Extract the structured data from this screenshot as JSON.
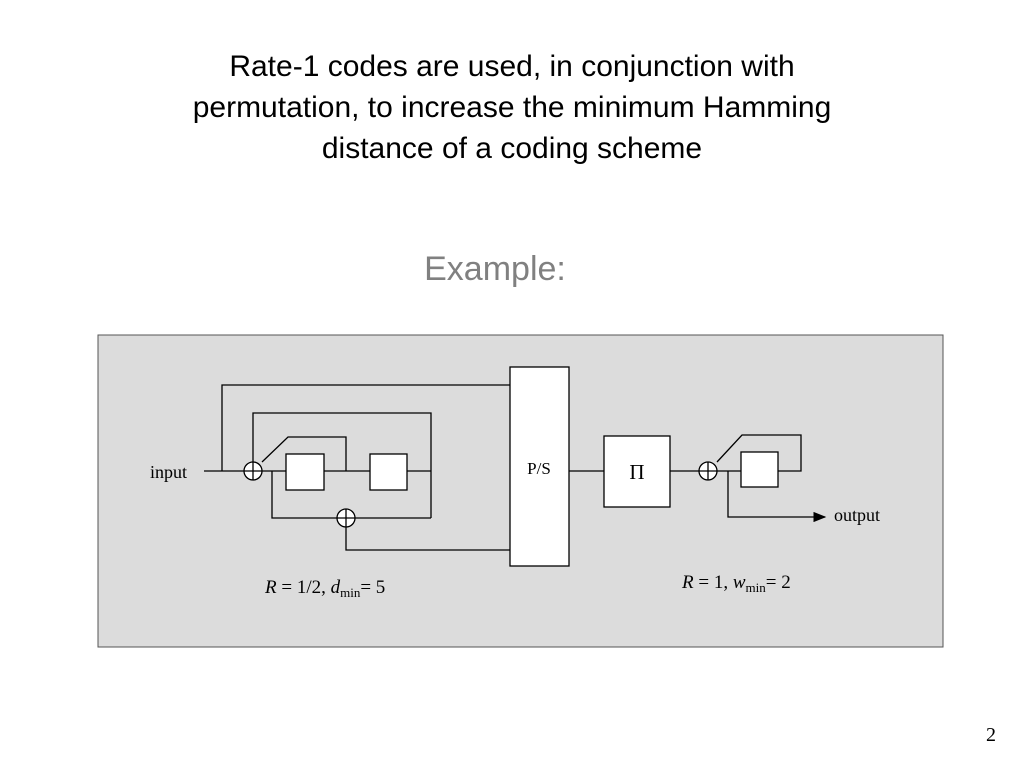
{
  "slide": {
    "title_lines": [
      "Rate-1 codes are used, in conjunction with",
      "permutation, to increase the minimum Hamming",
      "distance of a coding scheme"
    ],
    "subtitle": "Example:",
    "page_number": "2"
  },
  "diagram": {
    "input_label": "input",
    "output_label": "output",
    "ps_label": "P/S",
    "permutation_symbol": "Π",
    "left_rate": {
      "R": "R",
      "eq": " = 1/2, ",
      "d": "d",
      "sub": "min",
      "tail": "= 5"
    },
    "right_rate": {
      "R": "R",
      "eq": " = 1, ",
      "w": "w",
      "sub": "min",
      "tail": "= 2"
    },
    "colors": {
      "panel_bg": "#dcdcdc",
      "line": "#000000",
      "block_fill": "#ffffff"
    }
  }
}
